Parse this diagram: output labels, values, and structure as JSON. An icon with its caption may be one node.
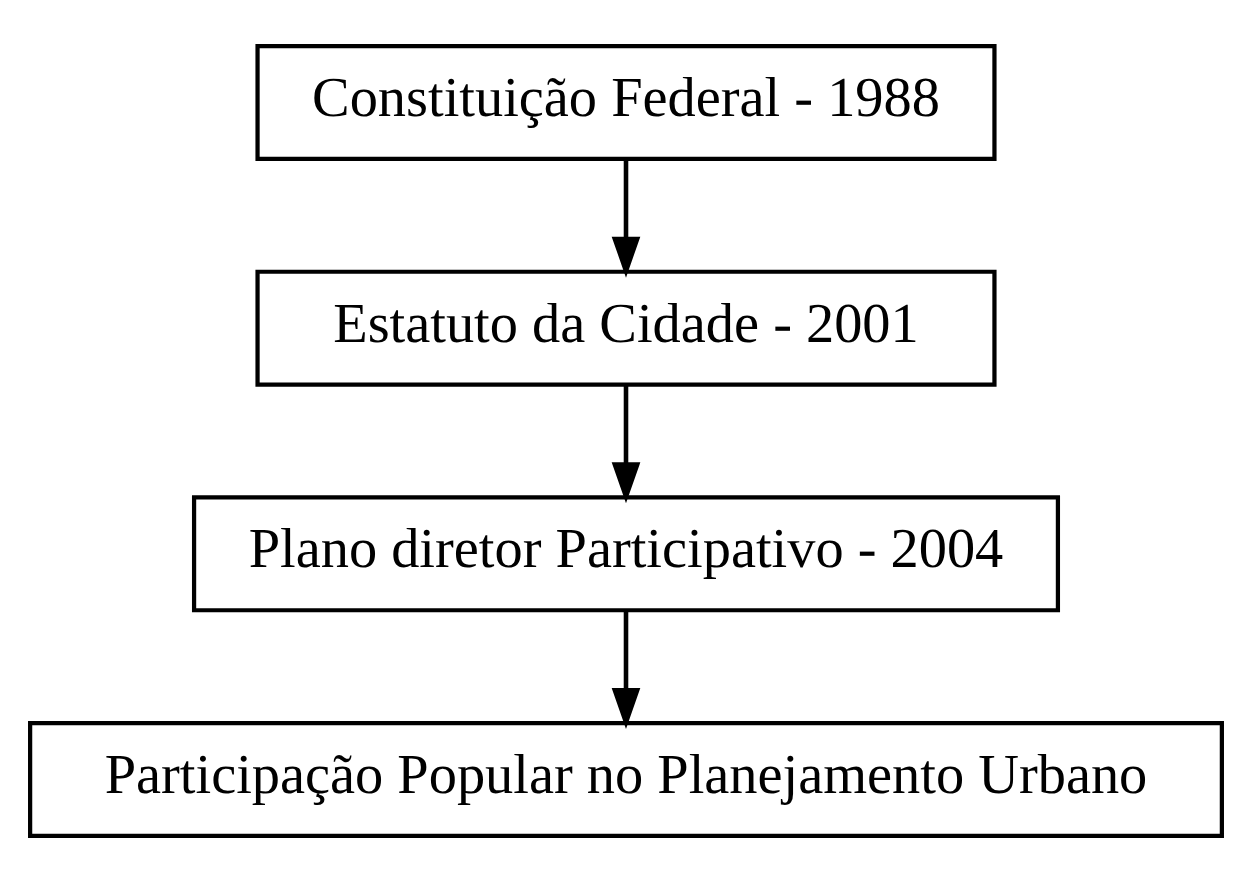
{
  "diagram": {
    "nodes": [
      {
        "text": [
          "Constituição Federal - 1988"
        ]
      },
      {
        "text": [
          "Estatuto da Cidade - 2001"
        ]
      },
      {
        "text": [
          "Plano diretor Participativo - 2004"
        ]
      },
      {
        "text": [
          "Participação Popular no Planejamento Urbano"
        ]
      }
    ],
    "edges": [
      {
        "from": 0,
        "to": 1,
        "arrow": "to"
      },
      {
        "from": 1,
        "to": 2,
        "arrow": "to"
      },
      {
        "from": 2,
        "to": 3,
        "arrow": "to"
      }
    ]
  }
}
